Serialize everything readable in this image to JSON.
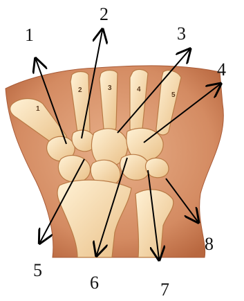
{
  "figure": {
    "callouts": [
      "1",
      "2",
      "3",
      "4",
      "5",
      "6",
      "7",
      "8"
    ],
    "metacarpal_labels": [
      "1",
      "2",
      "3",
      "4",
      "5"
    ]
  },
  "colors": {
    "skin": "#d8936b",
    "skin_dark": "#b86a44",
    "bone": "#f6dfb4",
    "bone_shadow": "#d9a96a",
    "arrow": "#000000"
  }
}
